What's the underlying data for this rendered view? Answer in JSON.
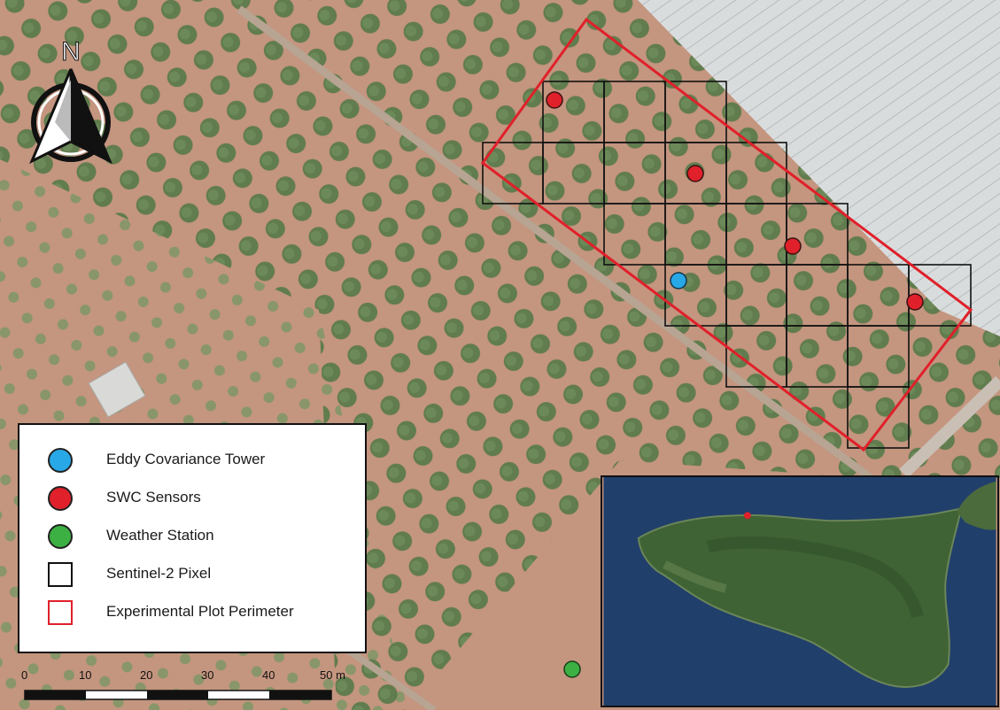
{
  "north_arrow": {
    "label": "N"
  },
  "legend": {
    "items": [
      {
        "label": "Eddy Covariance Tower",
        "symbol": "circle",
        "color": "#29a8e8"
      },
      {
        "label": "SWC Sensors",
        "symbol": "circle",
        "color": "#e0202a"
      },
      {
        "label": "Weather Station",
        "symbol": "circle",
        "color": "#3cb043"
      },
      {
        "label": "Sentinel-2 Pixel",
        "symbol": "square",
        "color": "#111111"
      },
      {
        "label": "Experimental Plot Perimeter",
        "symbol": "square",
        "color": "#e0202a"
      }
    ]
  },
  "scale_bar": {
    "ticks": [
      "0",
      "10",
      "20",
      "30",
      "40",
      "50 m"
    ]
  },
  "colors": {
    "soil": "#c4957f",
    "canopy": "#5c7a4c",
    "perimeter": "#e0202a",
    "pixel_grid": "#111111",
    "sea": "#24446e"
  }
}
